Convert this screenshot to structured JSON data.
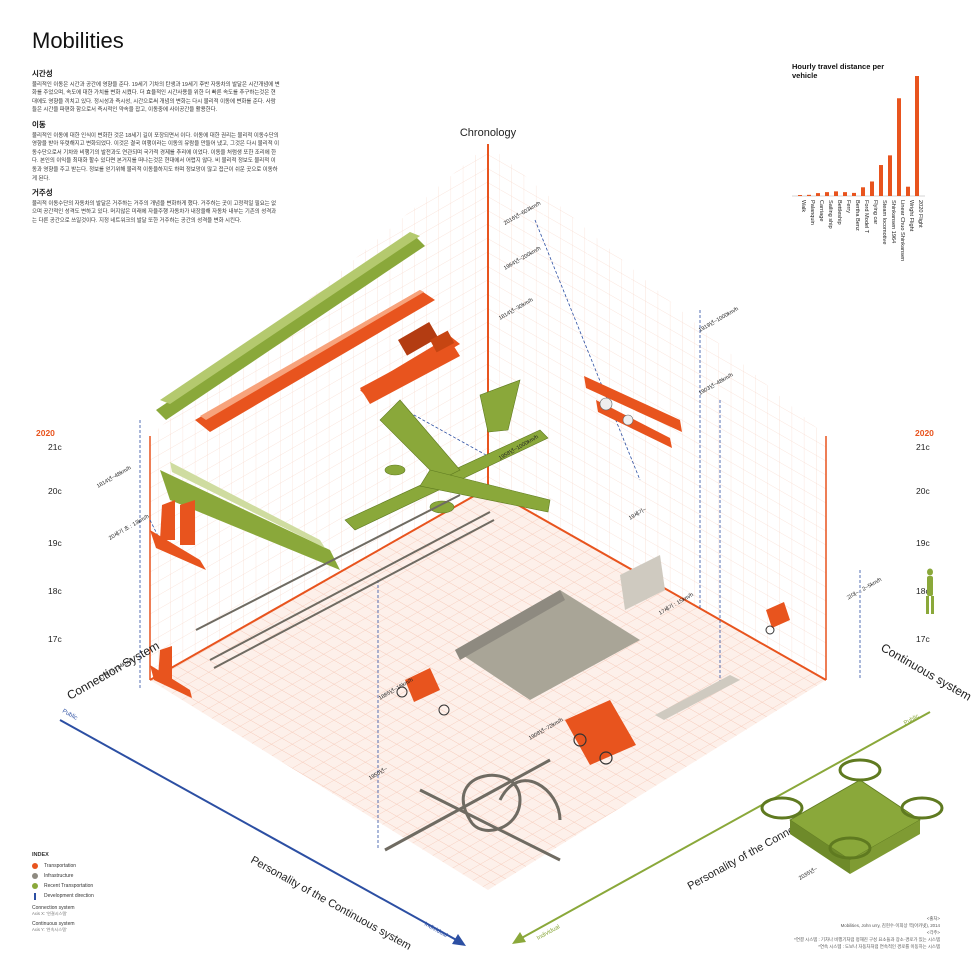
{
  "title": "Mobilities",
  "intro": [
    {
      "heading": "시간성",
      "text": "물리적인 이동은 시간과 공간에 영향을 준다. 19세기 기차의 탄생과 19세기 후반 자동차의 발달은 시간개념에 변화를 주었으며, 속도에 대한 가치를 변화 시켰다. 더 효율적인 시간사용을 위한 더 빠른 속도를 추구하는것은 현대에도 영향을 끼치고 있다. 정시성과 즉시성, 시간으로써 개념의 변화는 다시 물리적 이동에 변화를 준다. 사람들은 시간을 파편화 함으로서 즉시적인 약속을 잡고, 이동중에 사이공간을 활용한다."
    },
    {
      "heading": "이동",
      "text": "물리적인 이동에 대한 인식이 변화한 것은 18세기 길이 포장되면서 이다. 이동에 대한 권리는 물리적 이동수단의 영향을 받아 뚜렷해지고 변화되었다. 이것은 결국 여행이라는 이동의 유람을 만들어 냈고, 그것은 다시 물리적 이동수단으로서 기차와 비행기의 발전과도 연관되며 국가적 경제를 추리에 이었다. 이동을 처럼생 또한 조리에 한다. 본인의 이익을 최대화 할수 있다면 본거지를 떠나는것은 현대에서 어렵지 않다. 비 물리적 정보도 물리적 이동과 영향을 주고 받는다. 정보를 얻기위해 물리적 이동을하지도 하며 정보망이 많고 접근이 쉬운 곳으로 이동하게 된다."
    },
    {
      "heading": "거주성",
      "text": "물리적 이동수단의 자동차의 발달은 거주하는 거주의 개념을 변화하게 했다. 거주하는 곳이 고정적일 필요는 없으며 공간적인 성격도 변하고 있다. 머지않은 미래에 자율주행 자동차가 내장을해 자동차 내부는 기존의 성격과는 다른 공간으로 쓰일것이다. 지정 네트워크의 발달 또한 거주하는 공간의 성격을 변화 시킨다."
    }
  ],
  "axes": {
    "chronology": "Chronology",
    "connection_system": "Connection System",
    "continuous_system": "Continuous system",
    "personality_continuous": "Personality of the Continuous system",
    "personality_connection": "Personality of the Connection system",
    "public_left": "Public",
    "individual_left": "Individual",
    "public_right": "Public",
    "individual_right": "Individual",
    "year_left": "2020",
    "year_right": "2020",
    "centuries_left": [
      "21c",
      "20c",
      "19c",
      "18c",
      "17c"
    ],
    "centuries_right": [
      "21c",
      "20c",
      "19c",
      "18c",
      "17c"
    ]
  },
  "chart_data": {
    "type": "bar",
    "title": "Hourly travel distance per vehicle",
    "categories": [
      "Walk",
      "Palanquin",
      "Carriage",
      "Sailing ship",
      "Bettleship",
      "Ferry",
      "Bertha Benz",
      "Ford Model T",
      "Flying car",
      "Steam locomotive",
      "Shinkansen 1964",
      "Linear Chuo Shinkansen",
      "Wright Flight",
      "2020 Flight"
    ],
    "values": [
      4,
      6,
      15,
      20,
      24,
      20,
      16,
      45,
      75,
      160,
      210,
      505,
      48,
      620
    ]
  },
  "colors": {
    "orange": "#e8541e",
    "green": "#8aa83a",
    "gray": "#8e8a80",
    "grid": "#f2b9a3",
    "floor": "#fdf0ea",
    "blue": "#2c4fa3"
  },
  "index": {
    "title": "INDEX",
    "items": [
      "Transportation",
      "Infrastructure",
      "Recent Transportation",
      "Development direction"
    ],
    "systems": [
      {
        "name": "Connection system",
        "sub": "Axis X: '연결시스템'"
      },
      {
        "name": "Continuous system",
        "sub": "Axis Y: '연속시스템'"
      }
    ]
  },
  "credit": {
    "label": "<출처>",
    "source": "Mobilities, John urry, 김현수·이희상 역(아카넷), 2014",
    "notes_label": "<각주>",
    "note1": "*연결 시스템 : 기차나 비행기처럼 정해진 구성 요소들과 장소·경로가 있는 시스템",
    "note2": "*연속 시스템 : 도보나 자동차처럼 연속적인 경로를 이동하는 시스템"
  },
  "annotations": [
    "2016년~603km/h",
    "1964년~200km/h",
    "1814년~30km/h",
    "1903년~48km/h",
    "1919년~1000km/h",
    "1958년~1000km/h",
    "19세기~",
    "1814년~48km/h",
    "20세기 초 : 13km/h",
    "17세기 : 14km/h",
    "1885년~16km/h",
    "1908년~72km/h",
    "1950년~",
    "17세기 : 15km/h",
    "고대~ : 2~5km/h",
    "2035년~",
    "23세기~"
  ]
}
